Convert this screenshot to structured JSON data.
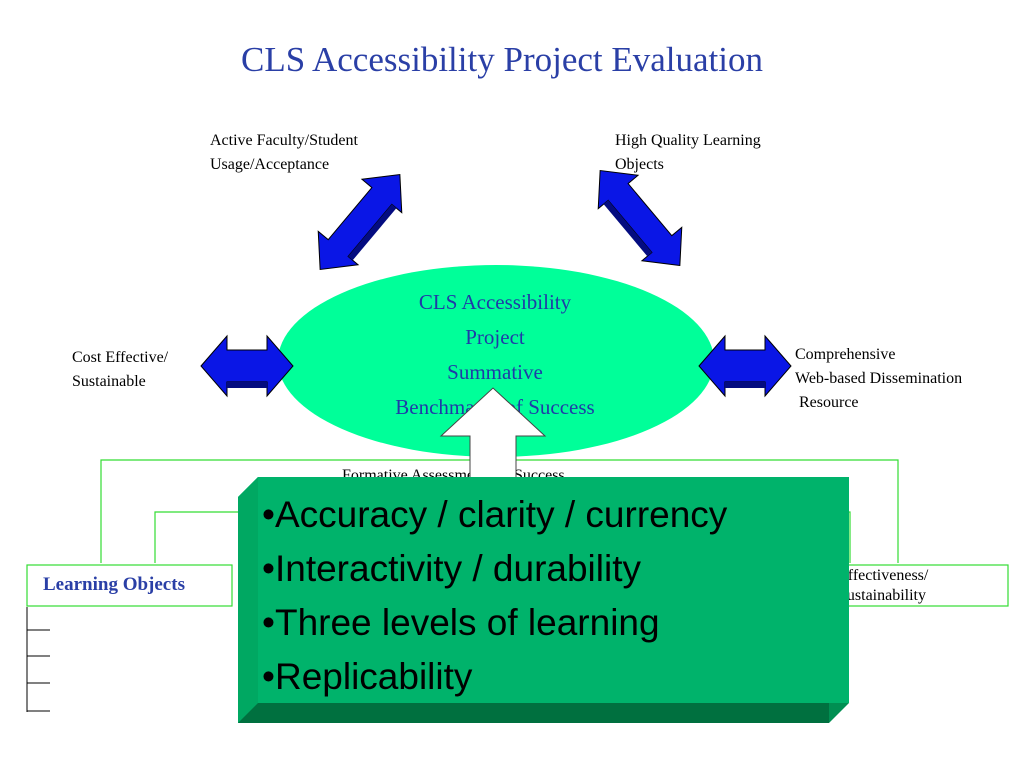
{
  "title": "CLS Accessibility Project Evaluation",
  "outcomes": {
    "top_left": [
      "Active Faculty/Student",
      "Usage/Acceptance"
    ],
    "top_right": [
      "High Quality Learning",
      "Objects"
    ],
    "left": [
      "Cost Effective/",
      "Sustainable"
    ],
    "right": [
      "Comprehensive",
      "Web-based Dissemination",
      " Resource"
    ]
  },
  "center_ellipse": {
    "lines": [
      "CLS Accessibility",
      "Project",
      "Summative",
      "Benchmarks of Success"
    ]
  },
  "formative": {
    "label": "Formative Assessments of Success"
  },
  "components": {
    "learning_objects": "Learning Objects",
    "effectiveness": [
      "Effectiveness/",
      "Sustainability"
    ]
  },
  "popup": {
    "bullet": "•",
    "items": [
      "Accuracy / clarity / currency",
      "Interactivity / durability",
      "Three levels of learning",
      "Replicability"
    ]
  },
  "colors": {
    "title": "#2a3fa6",
    "ellipse_fill": "#00ff99",
    "arrow_fill": "#0a16e6",
    "connector": "#33dd33",
    "popup_face": "#00b36b",
    "popup_edge": "#008f52"
  }
}
